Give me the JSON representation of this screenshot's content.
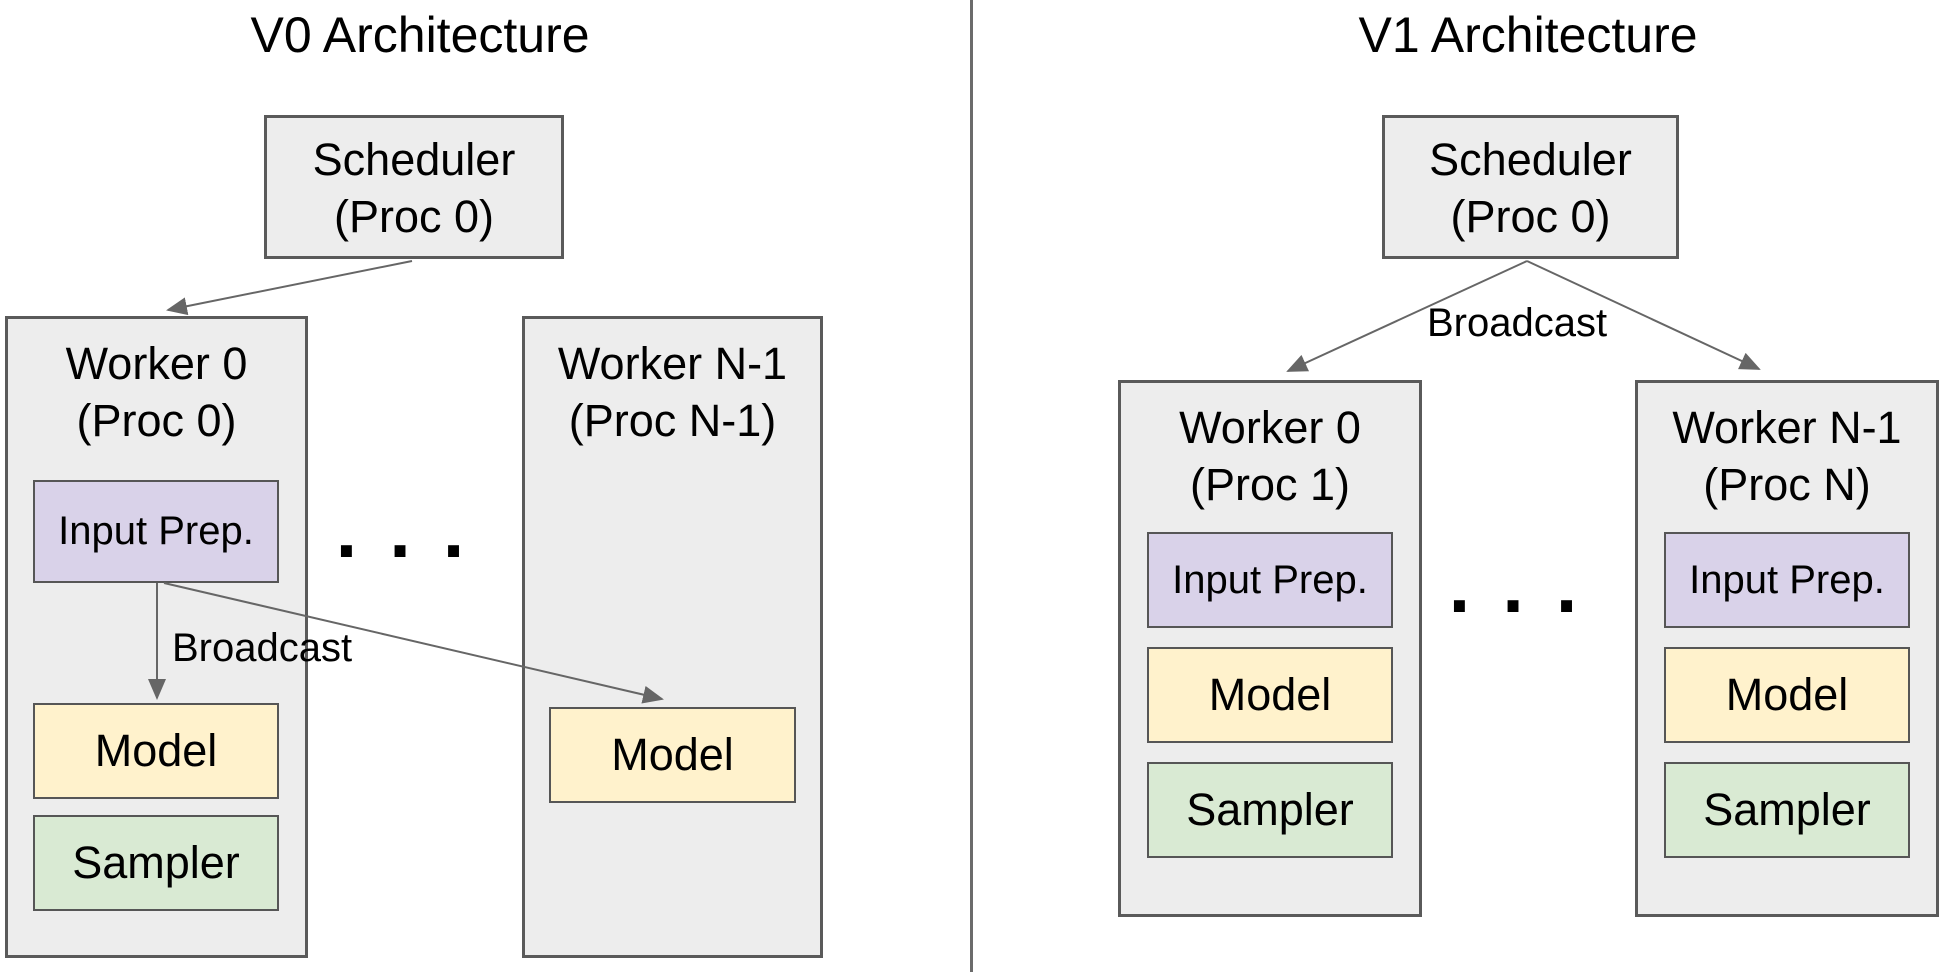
{
  "colors": {
    "box_fill": "#ededed",
    "box_border": "#5a5a5a",
    "input_prep_fill": "#d9d2e9",
    "model_fill": "#fff2cc",
    "sampler_fill": "#d9ead3",
    "arrow": "#666666",
    "divider": "#6b6b6b",
    "text": "#000000"
  },
  "left": {
    "title": "V0 Architecture",
    "scheduler": {
      "name": "Scheduler",
      "proc": "(Proc 0)"
    },
    "broadcast": "Broadcast",
    "ellipsis": "...",
    "worker0": {
      "name": "Worker 0",
      "proc": "(Proc 0)",
      "input_prep": "Input Prep.",
      "model": "Model",
      "sampler": "Sampler"
    },
    "workerN": {
      "name": "Worker N-1",
      "proc": "(Proc N-1)",
      "model": "Model"
    }
  },
  "right": {
    "title": "V1 Architecture",
    "scheduler": {
      "name": "Scheduler",
      "proc": "(Proc 0)"
    },
    "broadcast": "Broadcast",
    "ellipsis": "...",
    "worker0": {
      "name": "Worker 0",
      "proc": "(Proc 1)",
      "input_prep": "Input Prep.",
      "model": "Model",
      "sampler": "Sampler"
    },
    "workerN": {
      "name": "Worker N-1",
      "proc": "(Proc N)",
      "input_prep": "Input Prep.",
      "model": "Model",
      "sampler": "Sampler"
    }
  }
}
